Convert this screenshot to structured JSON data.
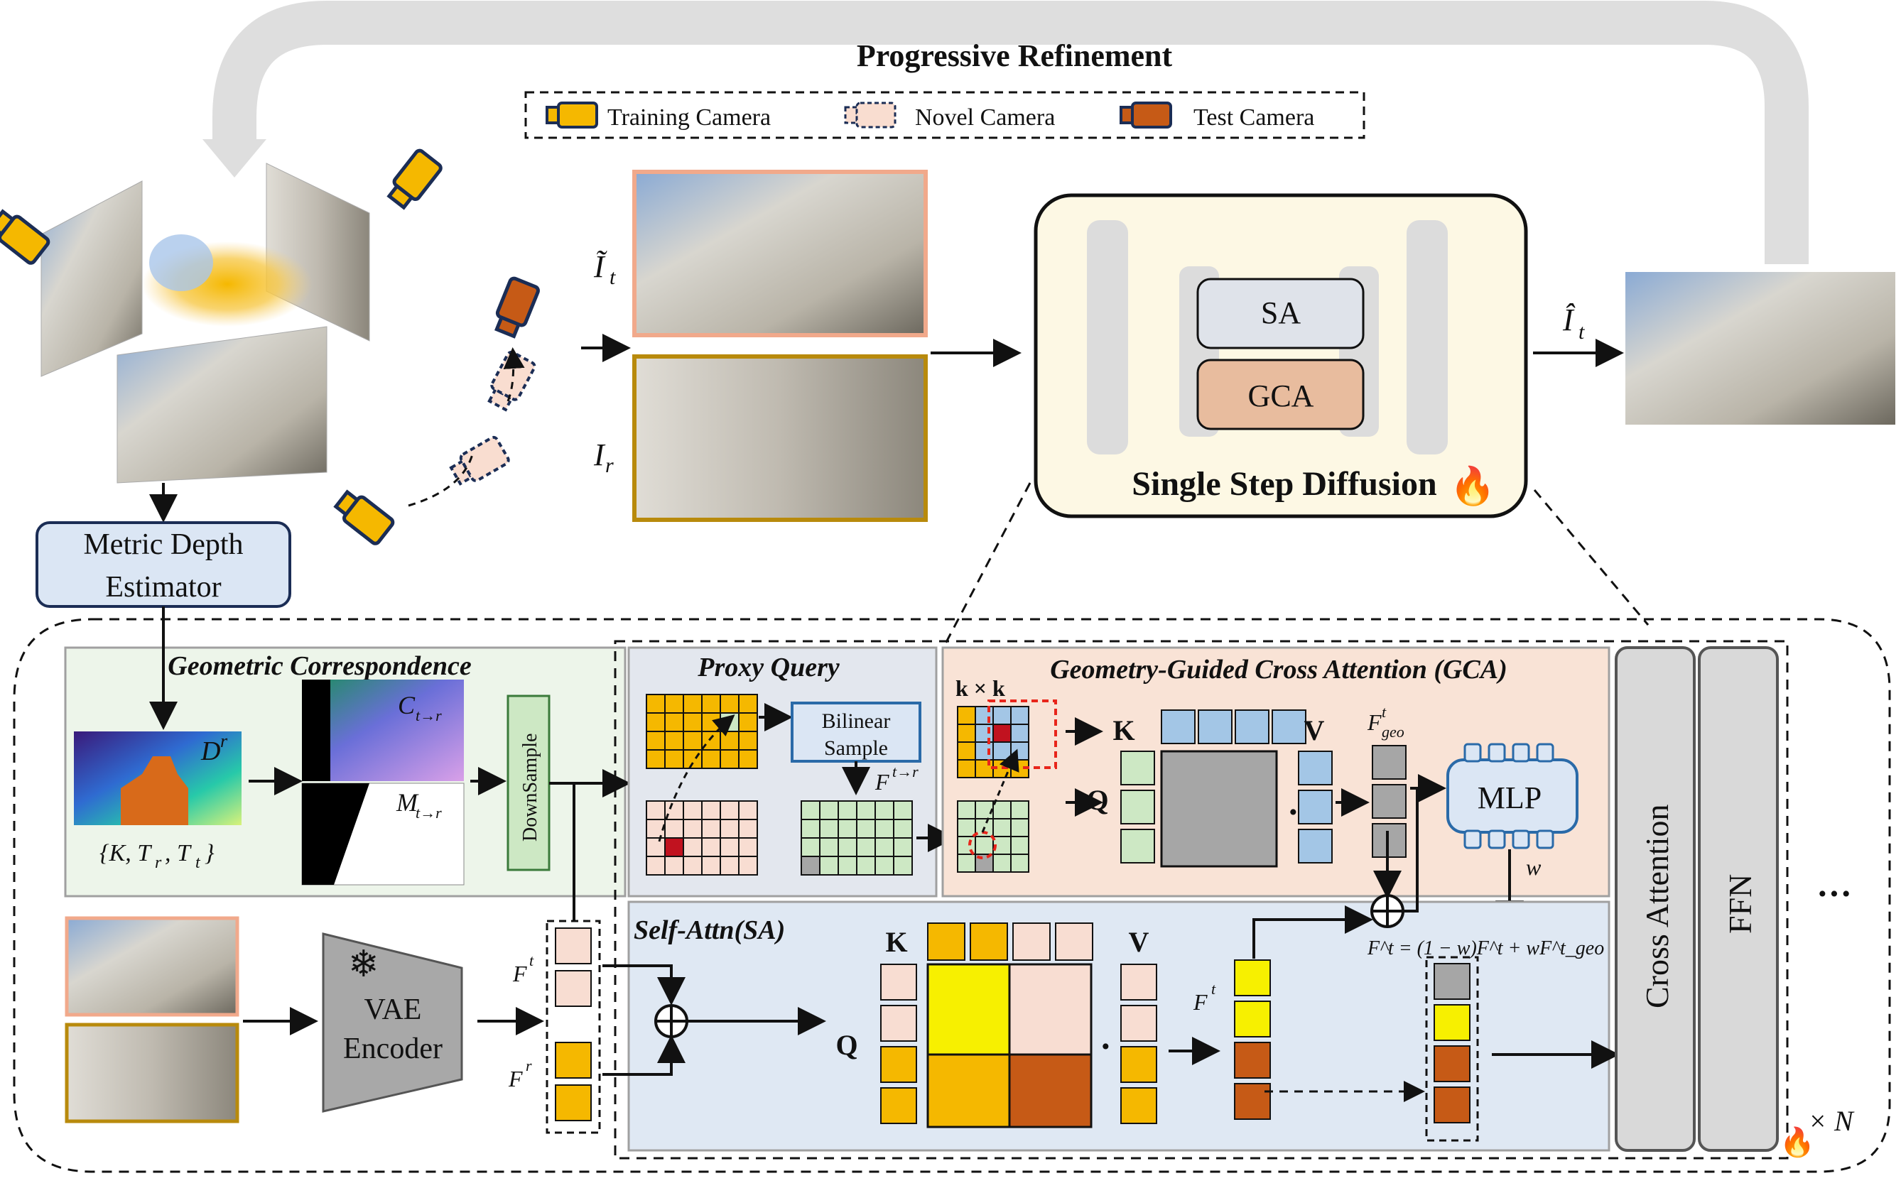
{
  "title": "Progressive Refinement",
  "legend": {
    "training": "Training Camera",
    "novel": "Novel Camera",
    "test": "Test Camera"
  },
  "colors": {
    "training_camera": "#f5b800",
    "novel_camera": "#f9ddd0",
    "test_camera": "#c65a16",
    "yellow_bright": "#f7f000",
    "peach": "#f8ddd2",
    "blue_cell": "#a3c6e6",
    "green_cell": "#cde8c4",
    "gray_cell": "#a6a6a6",
    "green_panel": "#edf5ea",
    "blue_panel": "#dfe8f3",
    "orange_panel": "#f9e3d6",
    "diffusion_bg": "#fdf8e4",
    "depth_box": "#dbe6f4",
    "frame_orange": "#f1a98b",
    "frame_gold": "#b88a0c"
  },
  "labels": {
    "i_tilde_t": "Ĩ",
    "i_r": "I",
    "i_hat_t": "Î",
    "sub_t": "t",
    "sub_r": "r",
    "sa": "SA",
    "gca": "GCA",
    "single_step": "Single Step Diffusion",
    "metric_depth_line1": "Metric Depth",
    "metric_depth_line2": "Estimator",
    "geo_corr": "Geometric Correspondence",
    "d_r": "D",
    "sup_r": "r",
    "c_tr": "C",
    "m_tr": "M",
    "sub_tr": "t→r",
    "params": "{K, T",
    "params_mid": ", T",
    "params_end": "}",
    "downsample": "DownSample",
    "proxy_query": "Proxy Query",
    "bilinear_1": "Bilinear",
    "bilinear_2": "Sample",
    "f_tr": "F",
    "sup_tr": "t→r",
    "gca_title": "Geometry-Guided Cross Attention (GCA)",
    "kxk": "k × k",
    "k": "K",
    "q": "Q",
    "v": "V",
    "dot": "·",
    "f_geo": "F",
    "sup_t": "t",
    "sub_geo": "geo",
    "mlp": "MLP",
    "w": "w",
    "self_attn": "Self-Attn(SA)",
    "formula": "F^t = (1 − w)F^t + wF^t_geo",
    "vae_1": "VAE",
    "vae_2": "Encoder",
    "f_t": "F",
    "f_r": "F",
    "cross_attention": "Cross Attention",
    "ffn": "FFN",
    "ellipsis": "···",
    "times_n": "× N",
    "snowflake": "❄",
    "fire": "🔥"
  },
  "icons": [
    "camera-icon",
    "snowflake-icon",
    "fire-icon",
    "plus-circle-icon"
  ]
}
